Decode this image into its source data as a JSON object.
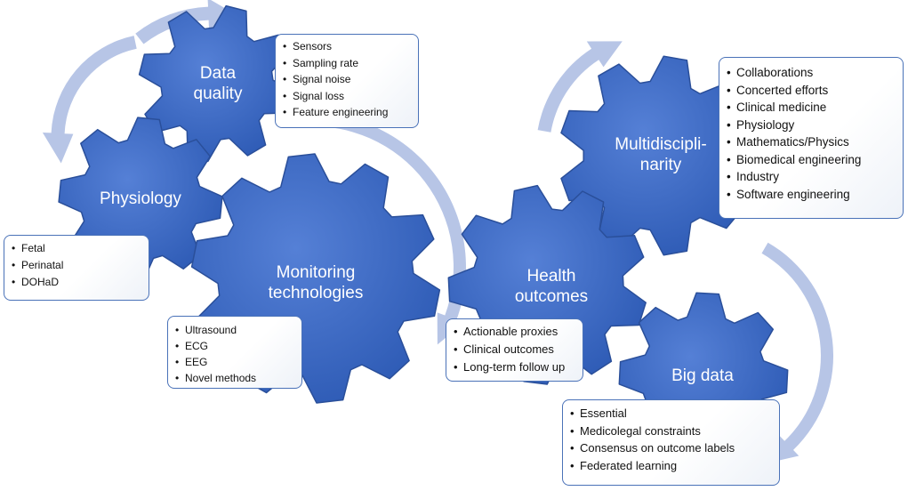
{
  "colors": {
    "gear_fill": "#3a68c4",
    "gear_edge": "#2a4f9a",
    "arrow": "#b7c5e6",
    "box_border": "#4a72b8"
  },
  "gears": {
    "data_quality": {
      "label_lines": [
        "Data",
        "quality"
      ]
    },
    "physiology": {
      "label_lines": [
        "Physiology"
      ]
    },
    "monitoring": {
      "label_lines": [
        "Monitoring",
        "technologies"
      ]
    },
    "health": {
      "label_lines": [
        "Health",
        "outcomes"
      ]
    },
    "multidisciplinarity": {
      "label_lines": [
        "Multidiscipli-",
        "narity"
      ]
    },
    "big_data": {
      "label_lines": [
        "Big data"
      ]
    }
  },
  "boxes": {
    "data_quality": [
      "Sensors",
      "Sampling rate",
      "Signal noise",
      "Signal loss",
      "Feature engineering"
    ],
    "physiology": [
      "Fetal",
      "Perinatal",
      "DOHaD"
    ],
    "monitoring": [
      "Ultrasound",
      "ECG",
      "EEG",
      "Novel methods"
    ],
    "health": [
      "Actionable proxies",
      "Clinical outcomes",
      "Long-term follow up"
    ],
    "multidisciplinarity": [
      "Collaborations",
      "Concerted efforts",
      "Clinical medicine",
      "Physiology",
      "Mathematics/Physics",
      "Biomedical engineering",
      "Industry",
      "Software engineering"
    ],
    "big_data": [
      "Essential",
      "Medicolegal constraints",
      "Consensus on outcome labels",
      "Federated learning"
    ]
  }
}
